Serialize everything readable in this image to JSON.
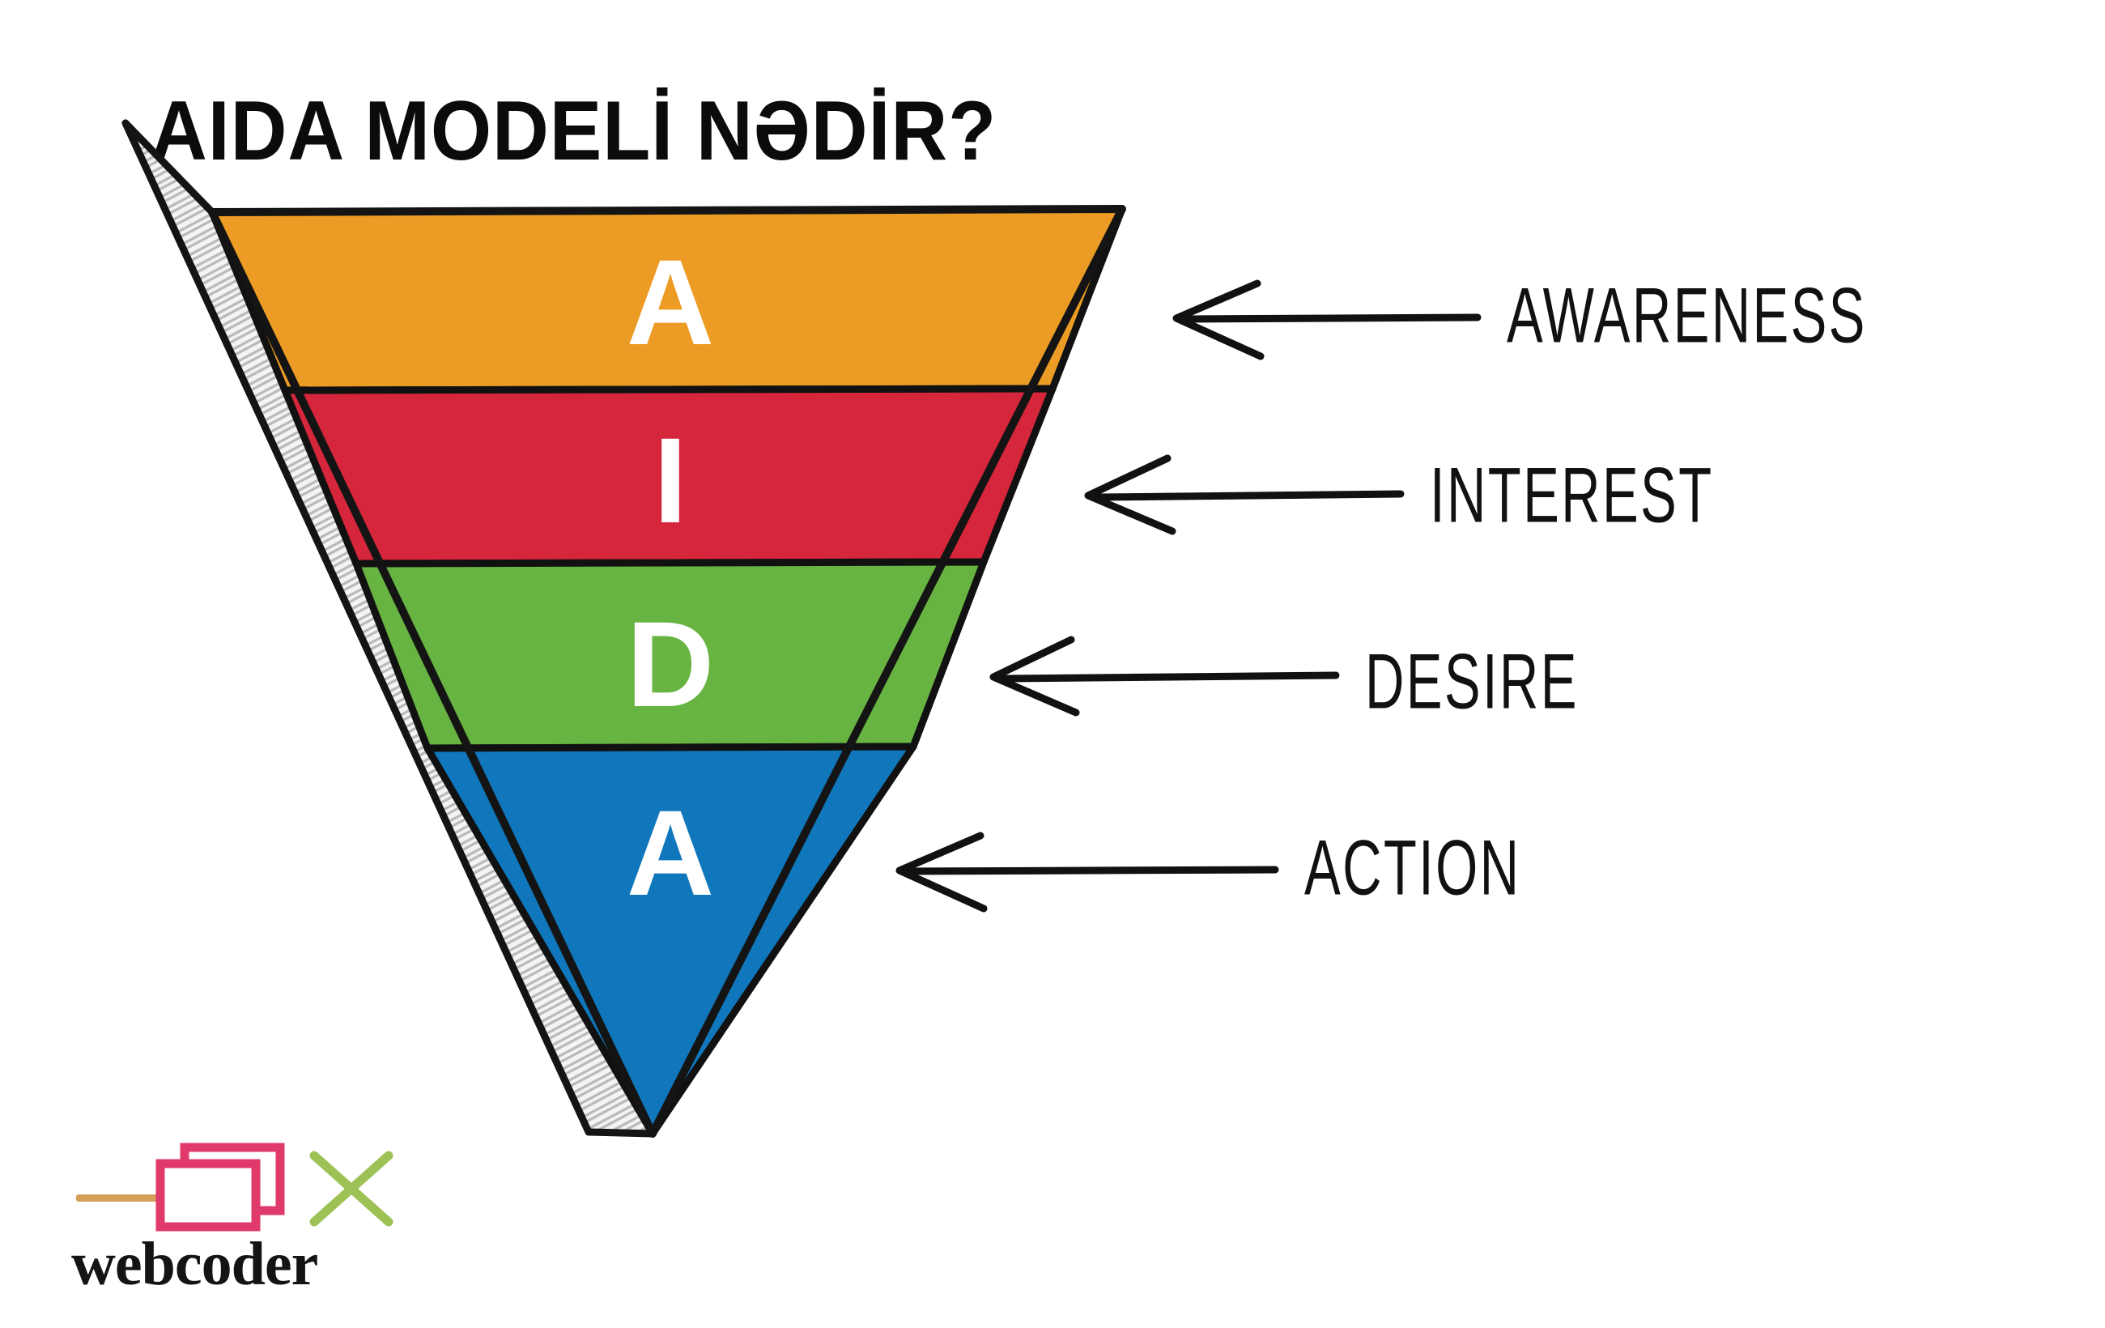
{
  "page": {
    "title": "AIDA MODELİ NƏDİR?",
    "background_color": "#ffffff"
  },
  "funnel": {
    "name": "aida-funnel",
    "outline_color": "#111111",
    "side_panel_color": "#e9e9e9",
    "stages": [
      {
        "key": "awareness",
        "letter": "A",
        "color": "#EC9C24",
        "letter_color": "#ffffff",
        "label": "AWARENESS"
      },
      {
        "key": "interest",
        "letter": "I",
        "color": "#D6263B",
        "letter_color": "#ffffff",
        "label": "INTEREST"
      },
      {
        "key": "desire",
        "letter": "D",
        "color": "#68B442",
        "letter_color": "#ffffff",
        "label": "DESIRE"
      },
      {
        "key": "action",
        "letter": "A",
        "color": "#1077BC",
        "letter_color": "#ffffff",
        "label": "ACTION"
      }
    ]
  },
  "callouts": [
    {
      "key": "awareness",
      "text": "AWARENESS"
    },
    {
      "key": "interest",
      "text": "INTEREST"
    },
    {
      "key": "desire",
      "text": "DESIRE"
    },
    {
      "key": "action",
      "text": "ACTION"
    }
  ],
  "logo": {
    "wordmark": "webcoder",
    "dash_color": "#D4A05A",
    "window_color": "#E03A6D",
    "cross_color": "#9DC155",
    "wordmark_color": "#141414"
  },
  "chart_data": {
    "type": "funnel",
    "title": "AIDA MODELİ NƏDİR?",
    "orientation": "inverted-triangle",
    "categories": [
      "AWARENESS",
      "INTEREST",
      "DESIRE",
      "ACTION"
    ],
    "short_labels": [
      "A",
      "I",
      "D",
      "A"
    ],
    "colors": [
      "#EC9C24",
      "#D6263B",
      "#68B442",
      "#1077BC"
    ],
    "stage_relative_widths": [
      1.0,
      0.79,
      0.58,
      0.35
    ],
    "legend": "right-side arrow callouts",
    "grid": false
  }
}
